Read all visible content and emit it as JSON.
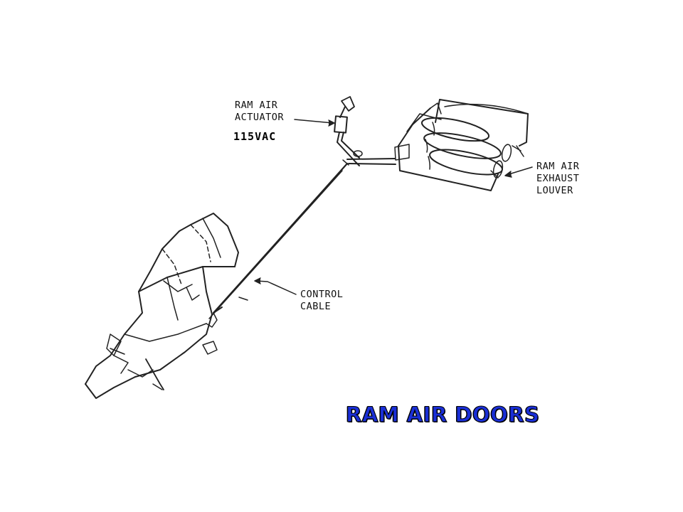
{
  "labels": {
    "actuator_line1": "RAM AIR",
    "actuator_line2": "ACTUATOR",
    "actuator_voltage": "115VAC",
    "louver_line1": "RAM AIR",
    "louver_line2": "EXHAUST",
    "louver_line3": "LOUVER",
    "cable_line1": "CONTROL",
    "cable_line2": "CABLE"
  },
  "title": {
    "text": "RAM AIR DOORS",
    "color": "#1a2fd6"
  }
}
